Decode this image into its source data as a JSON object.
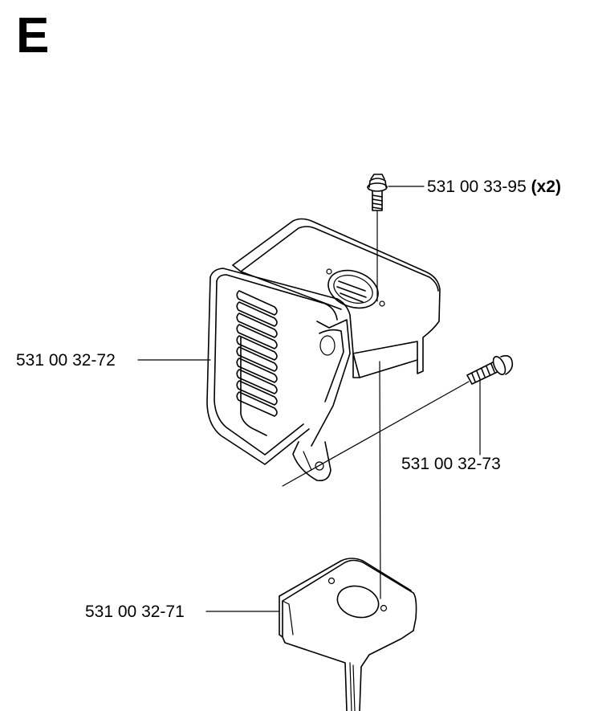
{
  "section": "E",
  "parts": [
    {
      "id": "screw-top",
      "number": "531 00 33-95",
      "qty": "(x2)"
    },
    {
      "id": "muffler-cover",
      "number": "531 00 32-72",
      "qty": ""
    },
    {
      "id": "screw-side",
      "number": "531 00 32-73",
      "qty": ""
    },
    {
      "id": "bracket",
      "number": "531 00 32-71",
      "qty": ""
    }
  ]
}
